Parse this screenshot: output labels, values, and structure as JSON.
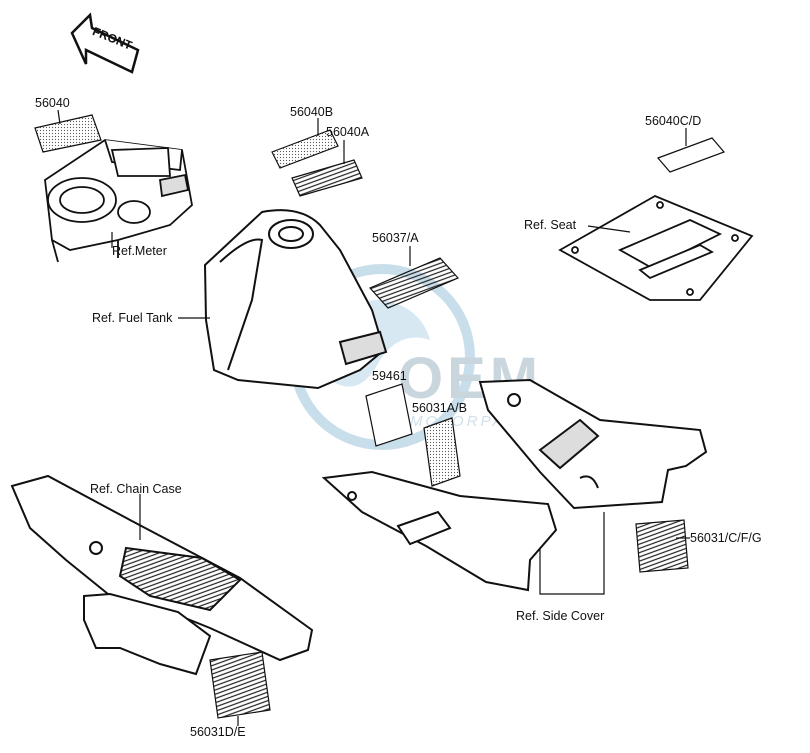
{
  "diagram": {
    "front_arrow": "FRONT",
    "labels": {
      "p56040": "56040",
      "p56040B": "56040B",
      "p56040A": "56040A",
      "p56040CD": "56040C/D",
      "ref_meter": "Ref.Meter",
      "ref_seat": "Ref. Seat",
      "p56037A": "56037/A",
      "ref_fuel_tank": "Ref. Fuel Tank",
      "p59461": "59461",
      "p56031AB": "56031A/B",
      "ref_chain_case": "Ref. Chain Case",
      "p56031CFG": "56031/C/F/G",
      "ref_side_cover": "Ref. Side Cover",
      "p56031DE": "56031D/E"
    },
    "watermark": {
      "logo": "OEM",
      "sub": "MOTORPARTS",
      "color": "#9dc4dc"
    }
  }
}
